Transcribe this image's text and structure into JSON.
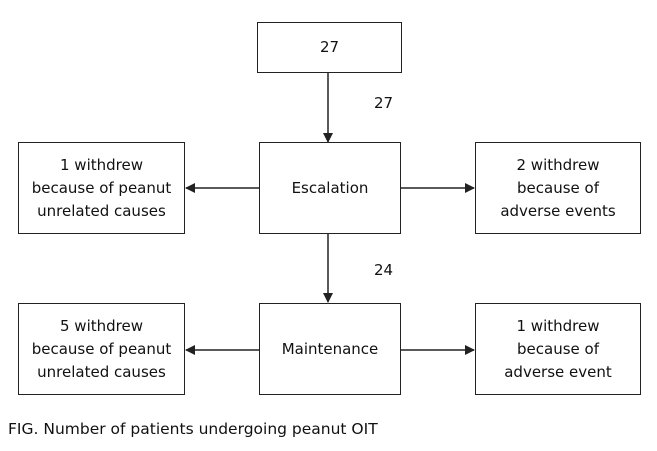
{
  "top_box": "27",
  "escalation_box": "Escalation",
  "maintenance_box": "Maintenance",
  "left_box_1": [
    "1 withdrew",
    "because of peanut",
    "unrelated causes"
  ],
  "right_box_1": [
    "2 withdrew",
    "because of",
    "adverse events"
  ],
  "left_box_2": [
    "5 withdrew",
    "because of peanut",
    "unrelated causes"
  ],
  "right_box_2": [
    "1 withdrew",
    "because of",
    "adverse event"
  ],
  "arrow_label_1": "27",
  "arrow_label_2": "24",
  "caption": "FIG.  Number of patients undergoing peanut OIT"
}
